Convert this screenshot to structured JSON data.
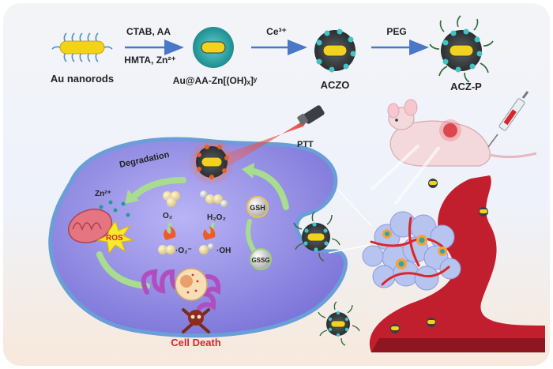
{
  "synthesis": {
    "step1_label": "Au nanorods",
    "arrow1_top": "CTAB, AA",
    "arrow1_bottom": "HMTA, Zn²⁺",
    "step2_label": "Au@AA-Zn[(OH)ₓ]ʸ",
    "arrow2_top": "Ce³⁺",
    "step3_label": "ACZO",
    "arrow3_top": "PEG",
    "step4_label": "ACZ-P"
  },
  "cell": {
    "ptt_label": "PTT",
    "degradation_label": "Degradation",
    "zn_label": "Zn²⁺",
    "ros_label": "ROS",
    "o2_label": "O₂",
    "h2o2_label": "H₂O₂",
    "superoxide_label": "·O₂⁻",
    "hydroxyl_label": "·OH",
    "gsh_label": "GSH",
    "gssg_label": "GSSG",
    "death_label": "Cell Death"
  },
  "colors": {
    "accent_red": "#d8262a",
    "arrow_blue": "#4a78c8",
    "cell_purple": "#8c86e0",
    "gold": "#f0c419",
    "shell_teal": "#2aa8a8",
    "vessel_red": "#c21f2e"
  }
}
